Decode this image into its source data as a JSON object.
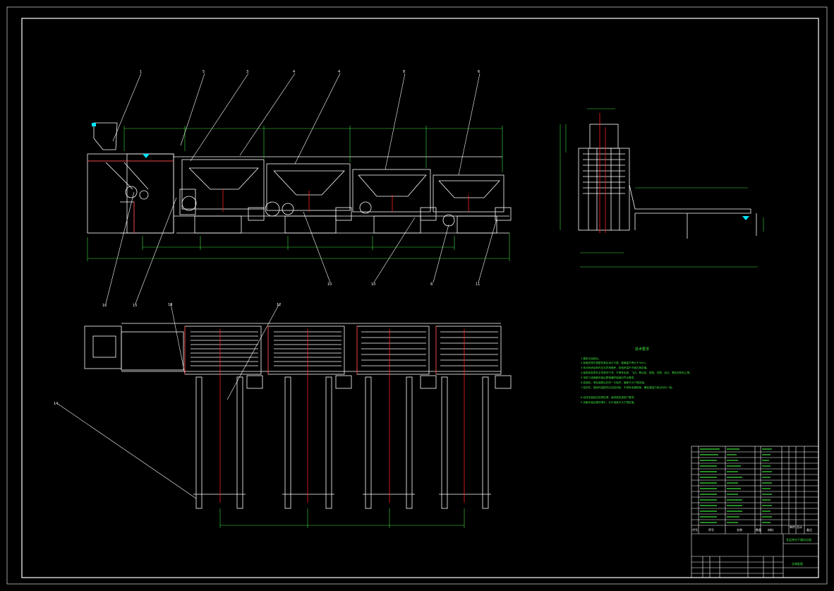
{
  "drawing": {
    "colors": {
      "background": "#000000",
      "outline": "#ffffff",
      "dimension": "#3ee03e",
      "centerline": "#ff2020",
      "highlight": "#00e5ff"
    },
    "balloons_top": [
      "1",
      "5",
      "3",
      "4",
      "4",
      "8",
      "6"
    ],
    "balloons_bottom": [
      "16",
      "15",
      "10",
      "10",
      "8",
      "11"
    ],
    "balloons_plan": [
      "18",
      "12",
      "14"
    ],
    "notes_title": "技术要求",
    "notes": [
      "1.整机试运转后。",
      "2.各输送带在调整张紧后运行平稳，跑偏量不得大于3mm。",
      "3.传动系统运转时应无异常噪声，各轴承温升不超过规定值。",
      "4.装配前各零件必须清洗干净，不得有毛刺、飞边、氧化皮、锈蚀、切屑、油污、着色剂和灰尘等。",
      "5.电机与减速器安装后联轴器同轴度应符合要求。",
      "6.各链轮、带轮装配后在同一平面内，偏差不大于规定值。",
      "7.密封件、紧固件装配时应涂密封胶，不得有渗漏现象，螺栓紧固力矩应均匀一致。",
      "8.油漆涂装前应除锈处理，面漆颜色按用户要求。",
      "9.设备安装后整体调平，水平误差不大于规定值。"
    ],
    "title_block": {
      "drawing_name": "多层带式干燥机总图",
      "scale": "总装配图",
      "col_headers": [
        "序号",
        "代号",
        "名称",
        "数量",
        "材料",
        "单件",
        "总计",
        "备注"
      ]
    }
  }
}
